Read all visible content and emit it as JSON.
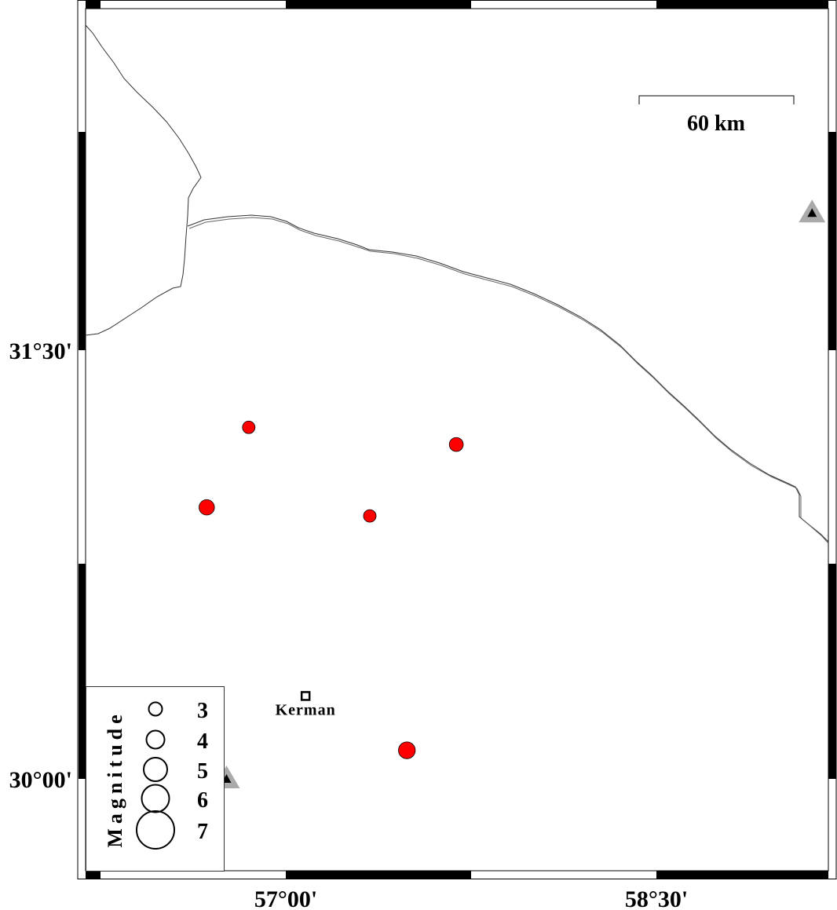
{
  "map": {
    "axis_labels": {
      "lon": [
        {
          "value": 57.0,
          "label": "57°00'"
        },
        {
          "value": 58.5,
          "label": "58°30'"
        }
      ],
      "lat": [
        {
          "value": 31.5,
          "label": "31°30'"
        },
        {
          "value": 30.0,
          "label": "30°00'"
        }
      ]
    },
    "scale_bar": {
      "label": "60 km"
    },
    "city": {
      "name": "Kerman",
      "lon": 57.08,
      "lat": 30.29
    },
    "stations": [
      {
        "lon": 59.13,
        "lat": 31.98
      },
      {
        "lon": 56.76,
        "lat": 30.0
      }
    ],
    "events": [
      {
        "lon": 56.85,
        "lat": 31.23,
        "mag": 3.0
      },
      {
        "lon": 57.69,
        "lat": 31.17,
        "mag": 3.1
      },
      {
        "lon": 56.68,
        "lat": 30.95,
        "mag": 3.2
      },
      {
        "lon": 57.34,
        "lat": 30.92,
        "mag": 3.0
      },
      {
        "lon": 57.49,
        "lat": 30.1,
        "mag": 3.3
      }
    ],
    "event_color": "#ff0000",
    "legend": {
      "title": "Magnitude",
      "entries": [
        "3",
        "4",
        "5",
        "6",
        "7"
      ]
    }
  }
}
